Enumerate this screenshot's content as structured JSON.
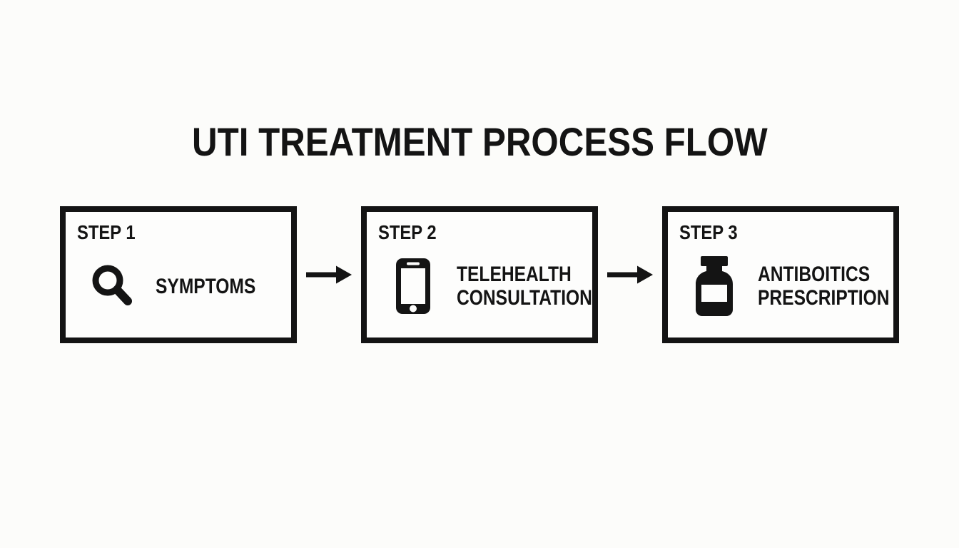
{
  "title": "UTI TREATMENT PROCESS FLOW",
  "colors": {
    "background": "#fcfcfa",
    "ink": "#141414",
    "box_fill": "#fdfdfc"
  },
  "steps": [
    {
      "label": "STEP 1",
      "icon": "magnifier-icon",
      "text": "SYMPTOMS"
    },
    {
      "label": "STEP 2",
      "icon": "smartphone-icon",
      "text": "TELEHEALTH CONSULTATION"
    },
    {
      "label": "STEP 3",
      "icon": "pill-bottle-icon",
      "text": "ANTIBOITICS PRESCRIPTION"
    }
  ],
  "connectors": [
    {
      "icon": "arrow-right-icon"
    },
    {
      "icon": "arrow-right-icon"
    }
  ]
}
